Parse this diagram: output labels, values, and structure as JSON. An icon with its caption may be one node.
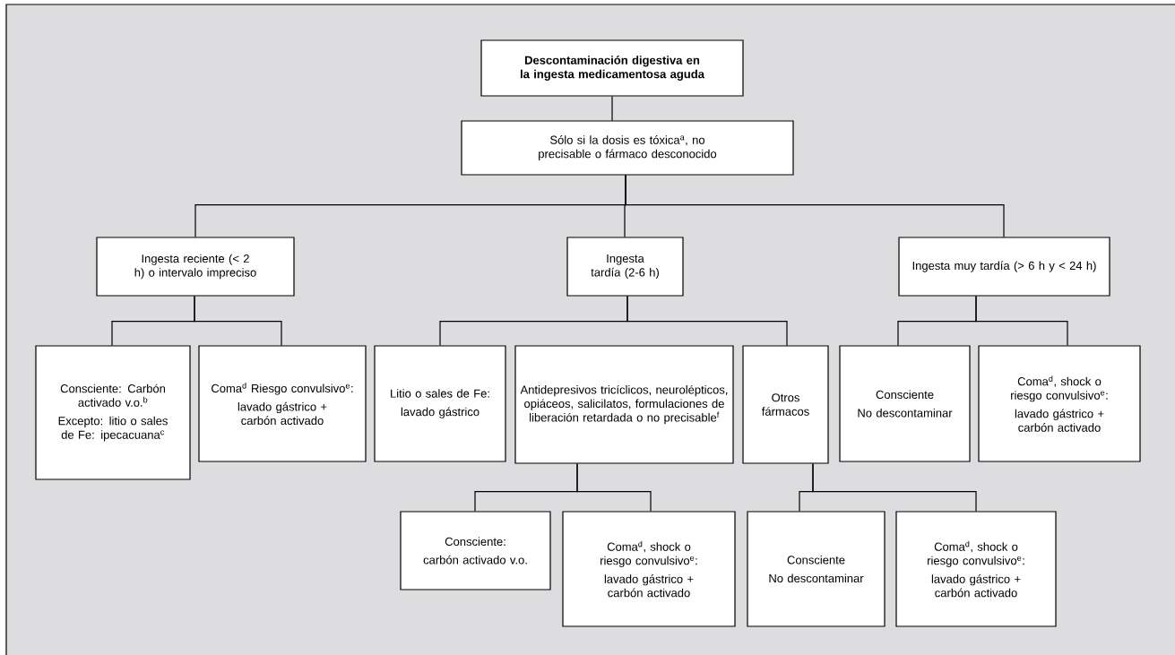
{
  "diagram": {
    "nodes": [
      {
        "text": [
          "Descontaminación digestiva en la ingesta medicamentosa aguda"
        ]
      },
      {
        "text": [
          "Sólo si la dosis es tóxica$^{a}$, no precisable o fármaco desconocido"
        ]
      },
      {
        "text": [
          "Ingesta reciente (< 2 h) o intervalo impreciso"
        ]
      },
      {
        "text": [
          "Ingesta tardía (2-6 h)"
        ]
      },
      {
        "text": [
          "Ingesta muy tardía (> 6 h y < 24 h)"
        ]
      },
      {
        "text": [
          "Consciente: Carbón activado v.o.$^{b}$",
          "Excepto: litio o sales de Fe: ipecacuana$^{c}$"
        ]
      },
      {
        "text": [
          "Coma$^{d}$ Riesgo convulsivo$^{e}$:",
          "lavado gástrico + carbón activado"
        ]
      },
      {
        "text": [
          "Litio o sales de Fe:",
          "lavado gástrico"
        ]
      },
      {
        "text": [
          "Antidepresivos tricíclicos, neurolépticos, opiáceos, salicilatos, formulaciones de liberación retardada o no precisable$^{f}$"
        ]
      },
      {
        "text": [
          "Otros fármacos"
        ]
      },
      {
        "text": [
          "Consciente",
          "No descontaminar"
        ]
      },
      {
        "text": [
          "Coma$^{d}$, shock o riesgo convulsivo$^{e}$:",
          "lavado gástrico + carbón activado"
        ]
      },
      {
        "text": [
          "Consciente:",
          "carbón activado v.o."
        ]
      },
      {
        "text": [
          "Coma$^{d}$, shock o riesgo convulsivo$^{e}$:",
          "lavado gástrico + carbón activado"
        ]
      },
      {
        "text": [
          "Consciente",
          "No descontaminar"
        ]
      },
      {
        "text": [
          "Coma$^{d}$, shock o riesgo convulsivo$^{e}$:",
          "lavado gástrico + carbón activado"
        ]
      }
    ],
    "edges": [
      {
        "from": 0,
        "to": 1,
        "arrow": "none"
      },
      {
        "from": 1,
        "to": 2,
        "arrow": "none"
      },
      {
        "from": 1,
        "to": 3,
        "arrow": "none"
      },
      {
        "from": 1,
        "to": 4,
        "arrow": "none"
      },
      {
        "from": 2,
        "to": 5,
        "arrow": "none"
      },
      {
        "from": 2,
        "to": 6,
        "arrow": "none"
      },
      {
        "from": 3,
        "to": 7,
        "arrow": "none"
      },
      {
        "from": 3,
        "to": 9,
        "arrow": "none"
      },
      {
        "from": 4,
        "to": 10,
        "arrow": "none"
      },
      {
        "from": 4,
        "to": 11,
        "arrow": "none"
      },
      {
        "from": 8,
        "to": 12,
        "arrow": "none"
      },
      {
        "from": 8,
        "to": 13,
        "arrow": "none"
      },
      {
        "from": 9,
        "to": 14,
        "arrow": "none"
      },
      {
        "from": 9,
        "to": 15,
        "arrow": "none"
      }
    ]
  }
}
